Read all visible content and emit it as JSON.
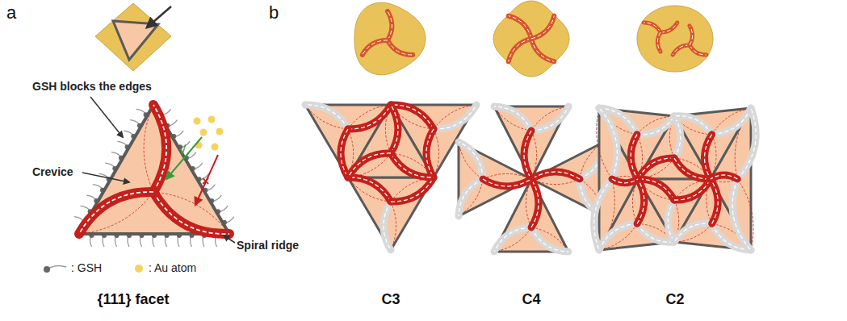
{
  "diagram": {
    "labels": [
      "a",
      "GSH blocks the edges",
      "Crevice",
      "Spiral ridge",
      "√",
      "×",
      "{111} facet",
      "b",
      "C3",
      "C4",
      "C2"
    ],
    "legend": [
      {
        "text": ": GSH"
      },
      {
        "text": ": Au atom",
        "color": "#f4d35e"
      }
    ]
  }
}
